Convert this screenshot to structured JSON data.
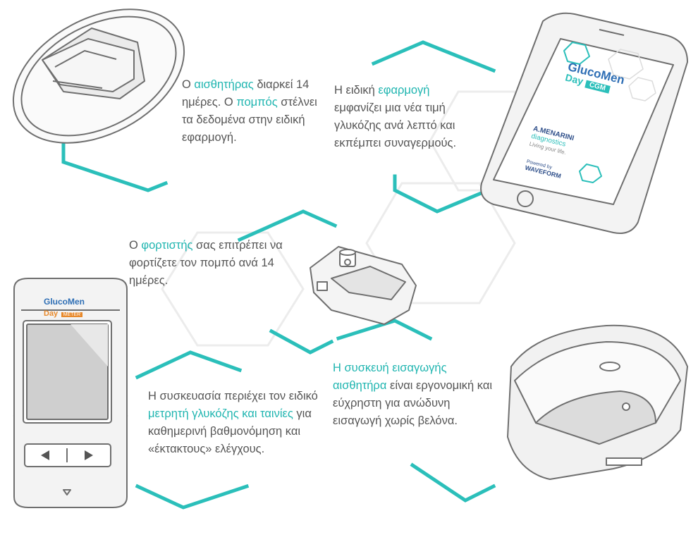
{
  "colors": {
    "accent": "#2bbfba",
    "text": "#555555",
    "device_stroke": "#6f6f6f",
    "device_fill": "#f2f2f2"
  },
  "captions": {
    "sensor": {
      "part1": "Ο ",
      "hl1": "αισθητήρας",
      "part2": " διαρκεί 14 ημέρες. Ο ",
      "hl2": "πομπός",
      "part3": " στέλνει τα δεδομένα στην ειδική εφαρμογή."
    },
    "app": {
      "part1": "Η ειδική ",
      "hl1": "εφαρμογή",
      "part2": " εμφανίζει μια νέα τιμή γλυκόζης ανά λεπτό και εκπέμπει συναγερμούς."
    },
    "charger": {
      "part1": "Ο ",
      "hl1": "φορτιστής",
      "part2": " σας επιτρέπει να φορτίζετε τον πομπό ανά 14 ημέρες."
    },
    "kit": {
      "part1": "Η συσκευασία περιέχει τον ειδικό ",
      "hl1": "μετρητή γλυκόζης και ταινίες",
      "part2": " για καθημερινή βαθμονόμηση και «έκτακτους» ελέγχους."
    },
    "applicator": {
      "hl1": "Η συσκευή εισαγωγής αισθητήρα",
      "part1": " είναι εργονομική και εύχρηστη για ανώδυνη εισαγωγή χωρίς βελόνα."
    }
  },
  "phone_logo": {
    "brand_line1": "GlucoMen",
    "brand_line2": "Day",
    "product": "CGM",
    "maker": "A.MENARINI",
    "maker_sub": "diagnostics",
    "tagline": "Living your life.",
    "powered": "Powered by",
    "partner": "WAVEFORM"
  },
  "meter_logo": {
    "brand_line1": "GlucoMen",
    "brand_line2": "Day",
    "product": "METER"
  }
}
